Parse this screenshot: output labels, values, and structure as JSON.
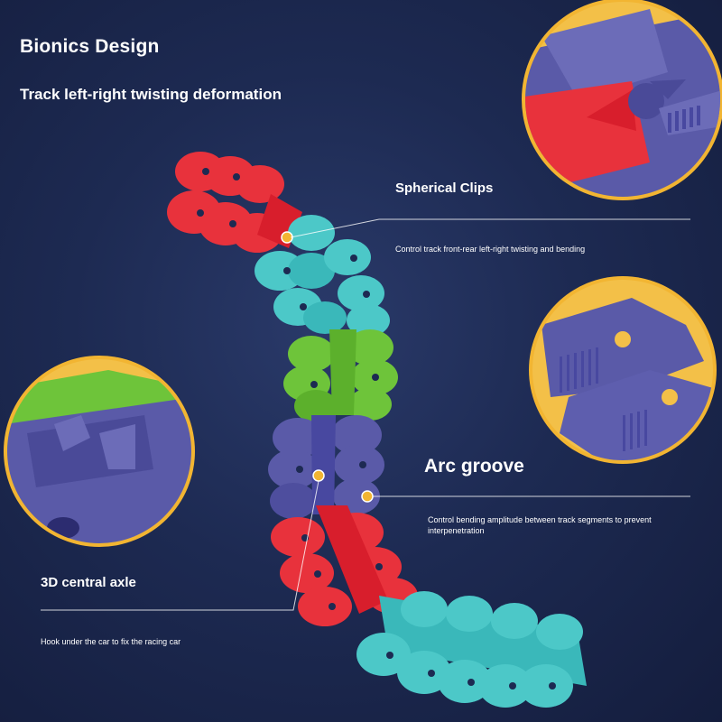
{
  "title": "Bionics Design",
  "subtitle": "Track left-right twisting deformation",
  "callouts": {
    "spherical_clips": {
      "label": "Spherical Clips",
      "description": "Control track front-rear left-right twisting and bending"
    },
    "arc_groove": {
      "label": "Arc groove",
      "description": "Control bending amplitude between track segments to prevent interpenetration"
    },
    "central_axle": {
      "label": "3D central axle",
      "description": "Hook under the car to fix the racing car"
    }
  },
  "colors": {
    "background": "#1d2a52",
    "ring": "#f2b532",
    "track_red": "#e8323c",
    "track_teal": "#4cc8c8",
    "track_green": "#6ec43a",
    "track_purple": "#5a5aa8",
    "marker": "#f2b532"
  }
}
